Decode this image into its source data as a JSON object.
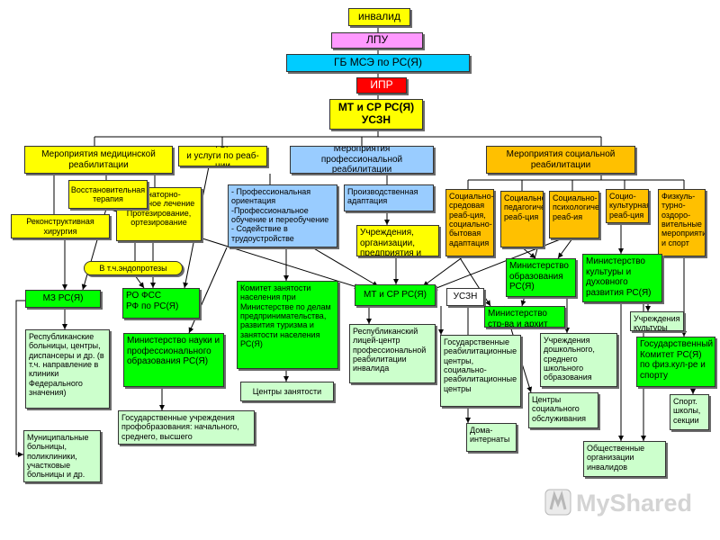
{
  "nodes": {
    "invalid": "инвалид",
    "lpu": "ЛПУ",
    "gb_mse": "ГБ МСЭ по РС(Я)",
    "ipr": "ИПР",
    "mt_sr_top": "МТ и СР РС(Я)\nУСЗН",
    "med_rehab": "Мероприятия медицинской реабилитации",
    "tsr": "ТСР\nи услуги по реаб-ции",
    "prof_rehab": "Мероприятия профессиональной реабилитации",
    "social_rehab": "Мероприятия социальной реабилитации",
    "restorative": "Восстановительная терапия",
    "sanatorium": "Санаторно-курортное лечение\nПротезирование, ортезирование",
    "reconstructive": "Реконструктивная хирургия",
    "prof_list": "- Профессиональная ориентация\n-Профессиональное обучение и переобучение\n- Содействие в трудоустройстве",
    "industrial": "Производственная адаптация",
    "institutions": "Учреждения, организации, предприятия и др.",
    "soc_env": "Социально-средовая реаб-ция, социально-бытовая адаптация",
    "soc_ped": "Социально-педагогическая реаб-ция",
    "soc_psych": "Социально-психологическая реаб-ия",
    "socio_cult": "Социо-культурная реаб-ция",
    "fizkult": "Физкуль-турно-оздоро-вительные мероприятия и спорт",
    "endoprot": "В т.ч.эндопротезы",
    "mz": "МЗ РС(Я)",
    "ro_fss": "РО ФСС\nРФ по РС(Я)",
    "employment_committee": "Комитет занятости населения при Министерстве по делам предпринимательства, развития туризма и занятости населения РС(Я)",
    "mt_sr_mid": "МТ и СР РС(Я)",
    "uszn": "УСЗН",
    "min_edu": "Министерство образования РС(Я)",
    "min_culture": "Министерство культуры и духовного развития РС(Я)",
    "min_construction": "Министерство стр-ва и архит",
    "culture_inst": "Учреждения культуры",
    "rep_hospitals": "Республиканские больницы, центры, диспансеры и др. (в т.ч. направление в клиники Федерального значения)",
    "min_science": "Министерство науки и профессионального образования РС(Я)",
    "employment_centers": "Центры занятости",
    "rep_lyceum": "Республиканский лицей-центр профессиональной реабилитации инвалида",
    "state_rehab": "Государственные реабилитационные центры, социально-реабилитационные центры",
    "preschool": "Учреждения дошкольного, среднего школьного образования",
    "state_committee": "Государственный Комитет РС(Я) по физ.кул-ре и спорту",
    "sport_schools": "Спорт. школы, секции",
    "soc_service": "Центры социального обслуживания",
    "homes": "Дома-интернаты",
    "municipal": "Муниципальные больницы, поликлиники, участковые больницы и др.",
    "state_prof_edu": "Государственные учреждения профобразования: начального, среднего, высшего",
    "public_orgs": "Общественные организации инвалидов"
  },
  "watermark_text": "MyShared",
  "colors": {
    "line": "#000000",
    "yellow": "#ffff00",
    "orange": "#ffc000",
    "green": "#00ff00",
    "cyan": "#00ccff",
    "red": "#ff0000",
    "pink": "#ff99ff"
  }
}
